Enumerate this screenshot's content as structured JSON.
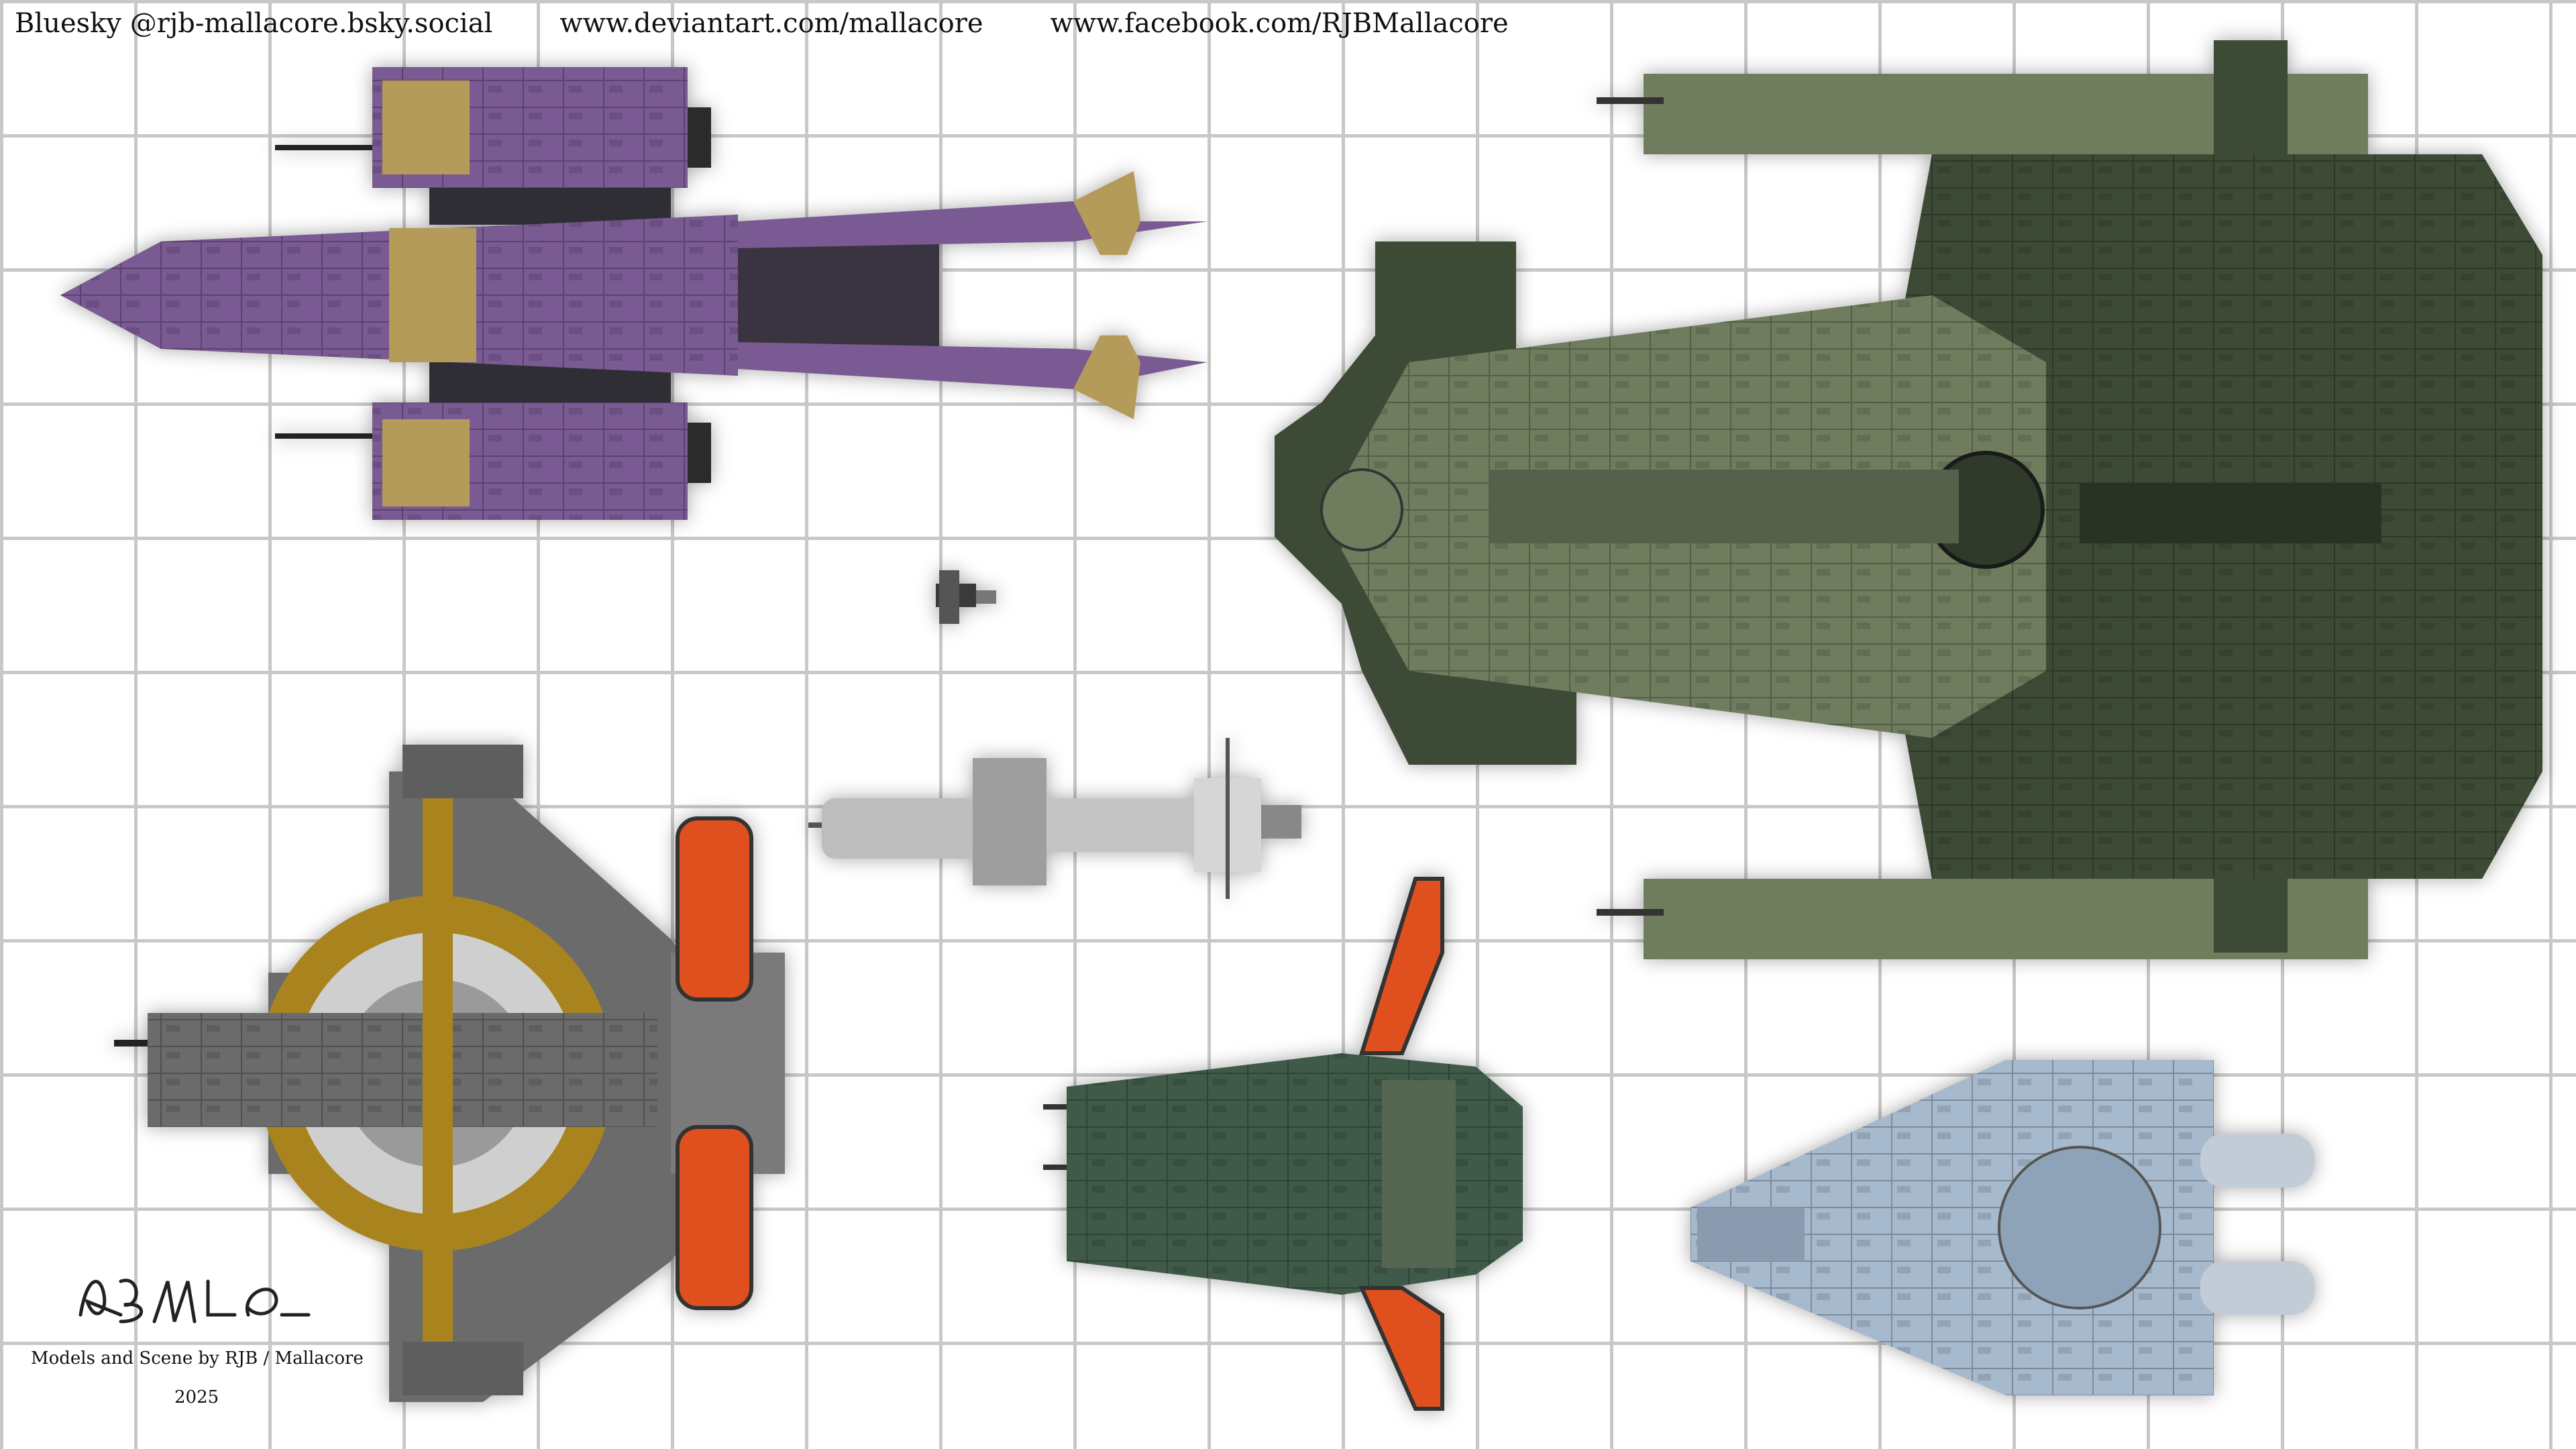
{
  "header": {
    "bluesky": "Bluesky @rjb-mallacore.bsky.social",
    "deviantart": "www.deviantart.com/mallacore",
    "facebook": "www.facebook.com/RJBMallacore"
  },
  "signature": {
    "text": "RJB Mallacore"
  },
  "footer": {
    "credit": "Models and Scene by RJB / Mallacore",
    "year": "2025"
  },
  "colors": {
    "grid_line": "#c8c8c8",
    "ship_purple": "#7a5a92",
    "ship_tan": "#b59b5a",
    "ship_dark_green": "#3d4a36",
    "ship_olive": "#6f7d5e",
    "ship_grey": "#7a7a7a",
    "ship_light_grey": "#bdbdbd",
    "ship_steel_blue": "#a7b9cc",
    "engine_glow": "#e0501e",
    "ring_gold": "#a9841e"
  },
  "ships": [
    {
      "id": "purple-cruiser"
    },
    {
      "id": "green-dreadnought"
    },
    {
      "id": "tiny-shuttle"
    },
    {
      "id": "grey-ring-ship"
    },
    {
      "id": "light-grey-frigate"
    },
    {
      "id": "green-swept-wing-ship"
    },
    {
      "id": "steel-blue-ship"
    }
  ]
}
